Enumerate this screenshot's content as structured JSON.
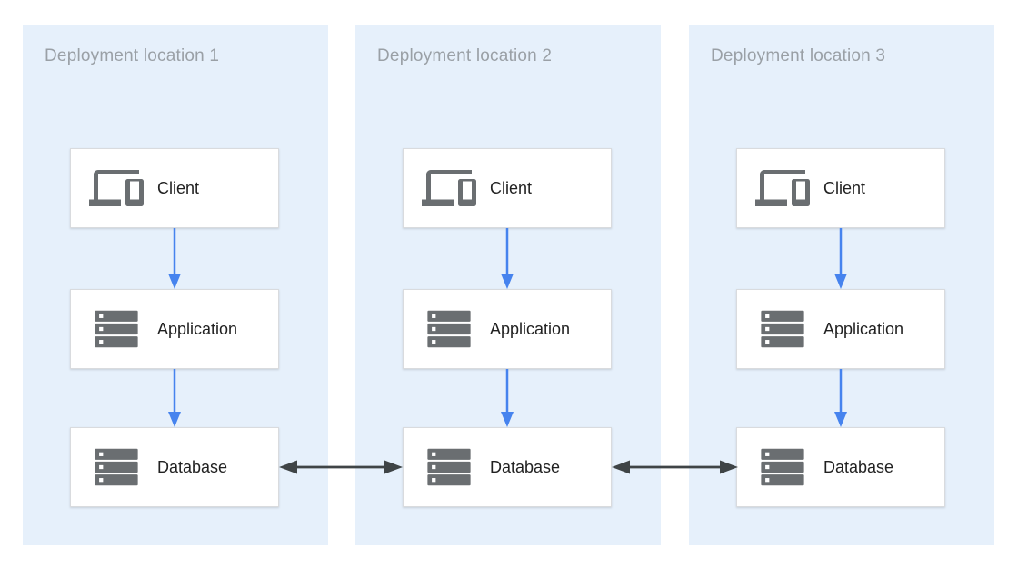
{
  "diagram": {
    "kind": "multi-region deployment architecture",
    "panels": [
      {
        "title": "Deployment location 1",
        "nodes": [
          {
            "label": "Client",
            "icon": "devices-icon"
          },
          {
            "label": "Application",
            "icon": "server-stack-icon"
          },
          {
            "label": "Database",
            "icon": "server-stack-icon"
          }
        ]
      },
      {
        "title": "Deployment location 2",
        "nodes": [
          {
            "label": "Client",
            "icon": "devices-icon"
          },
          {
            "label": "Application",
            "icon": "server-stack-icon"
          },
          {
            "label": "Database",
            "icon": "server-stack-icon"
          }
        ]
      },
      {
        "title": "Deployment location 3",
        "nodes": [
          {
            "label": "Client",
            "icon": "devices-icon"
          },
          {
            "label": "Application",
            "icon": "server-stack-icon"
          },
          {
            "label": "Database",
            "icon": "server-stack-icon"
          }
        ]
      }
    ],
    "connections": {
      "flow": [
        {
          "from": "Client",
          "to": "Application",
          "within": "each deployment location",
          "direction": "down"
        },
        {
          "from": "Application",
          "to": "Database",
          "within": "each deployment location",
          "direction": "down"
        }
      ],
      "replication": [
        {
          "from": "Database (Deployment location 1)",
          "to": "Database (Deployment location 2)",
          "bidirectional": true
        },
        {
          "from": "Database (Deployment location 2)",
          "to": "Database (Deployment location 3)",
          "bidirectional": true
        }
      ]
    }
  },
  "colors": {
    "panel_bg": "#e6f0fb",
    "title_text": "#9aa0a6",
    "label_text": "#212121",
    "box_border": "#d9dbde",
    "icon_gray": "#6a6e71",
    "flow_arrow": "#4683ee",
    "sync_arrow": "#3f4446"
  }
}
